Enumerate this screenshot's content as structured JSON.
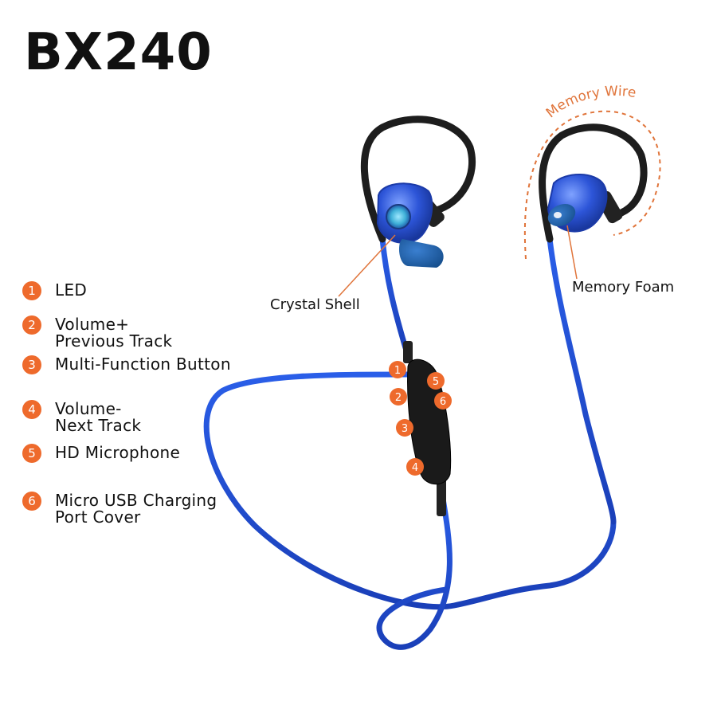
{
  "product": {
    "model": "BX240"
  },
  "features": [
    {
      "number": "1",
      "line1": "LED",
      "line2": ""
    },
    {
      "number": "2",
      "line1": "Volume+",
      "line2": "Previous Track"
    },
    {
      "number": "3",
      "line1": "Multi-Function Button",
      "line2": ""
    },
    {
      "number": "4",
      "line1": "Volume-",
      "line2": "Next Track"
    },
    {
      "number": "5",
      "line1": "HD Microphone",
      "line2": ""
    },
    {
      "number": "6",
      "line1": "Micro USB Charging",
      "line2": "Port Cover"
    }
  ],
  "callouts": {
    "crystal_shell": "Crystal Shell",
    "memory_foam": "Memory Foam",
    "memory_wire": "Memory Wire"
  },
  "remote_markers": [
    "1",
    "2",
    "3",
    "4",
    "5",
    "6"
  ],
  "colors": {
    "accent_orange": "#ee6a2c",
    "cable_blue": "#1f4fd6",
    "earhook_black": "#1d1d1d",
    "shell_blue": "#2d55d8"
  }
}
